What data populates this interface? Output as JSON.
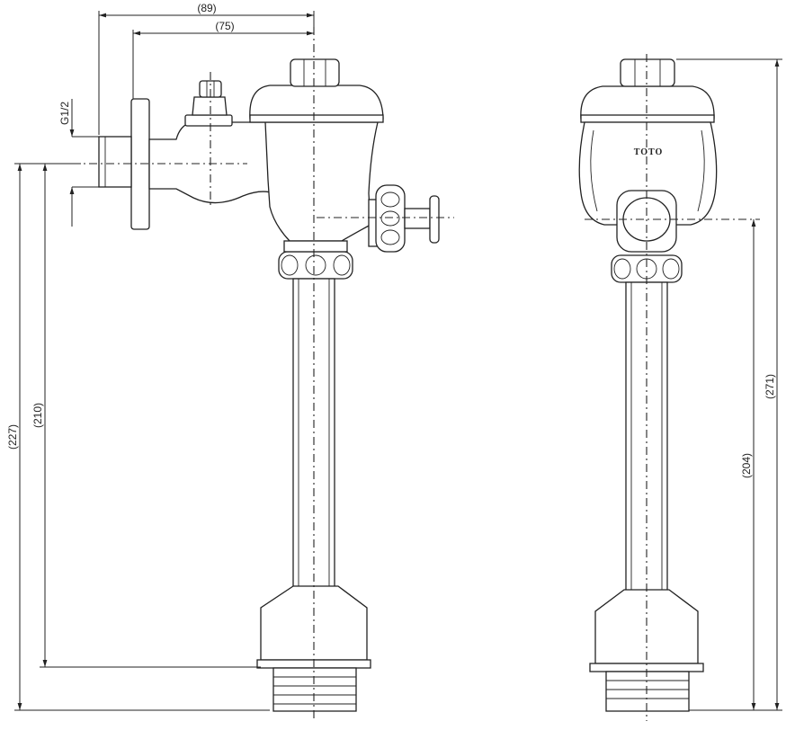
{
  "drawing": {
    "side_view": {
      "dimensions": {
        "top_outer": "(89)",
        "top_inner": "(75)",
        "thread": "G1/2",
        "height_outer": "(227)",
        "height_inner": "(210)"
      }
    },
    "front_view": {
      "brand_mark": "TOTO",
      "dimensions": {
        "total_height": "(271)",
        "lower_height": "(204)"
      }
    }
  }
}
